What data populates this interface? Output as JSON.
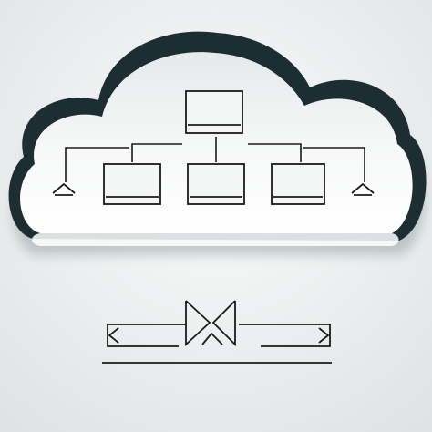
{
  "diagram": {
    "background_color": "#eef0f0",
    "cloud_fill": "#f5f6f6",
    "cloud_outline": "#1d2e33",
    "line_color": "#1b1b1b",
    "nodes": [
      {
        "id": "root",
        "icon": "monitor-icon"
      },
      {
        "id": "child-left",
        "icon": "monitor-icon"
      },
      {
        "id": "child-center",
        "icon": "monitor-icon"
      },
      {
        "id": "child-right",
        "icon": "monitor-icon"
      }
    ],
    "side_markers": [
      "chevron-up-icon",
      "chevron-up-icon"
    ],
    "bottom_symbol": "bidirectional-transfer-arrows-icon"
  }
}
